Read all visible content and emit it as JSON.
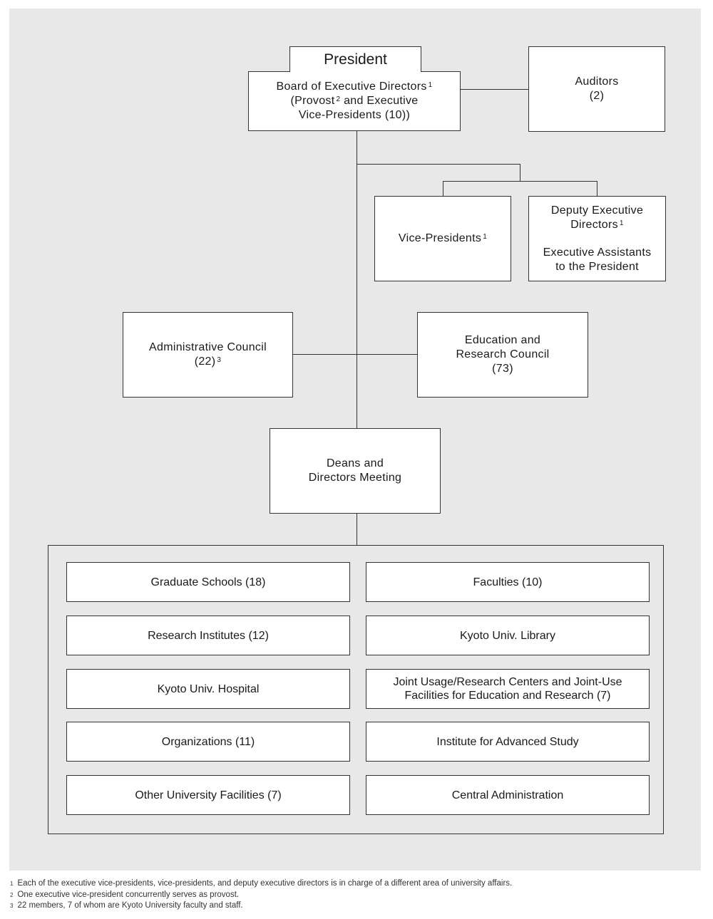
{
  "president": {
    "title": "President",
    "board_line1": "Board of Executive Directors",
    "board_line1_note": "1",
    "board_line2a": "(Provost",
    "board_line2_note": "2",
    "board_line2b": "and Executive",
    "board_line3": "Vice-Presidents (10))"
  },
  "auditors": {
    "line1": "Auditors",
    "line2": "(2)"
  },
  "vice_presidents": {
    "label": "Vice-Presidents",
    "note": "1"
  },
  "deputy": {
    "line1": "Deputy Executive",
    "line2": "Directors",
    "line2_note": "1",
    "line3": "Executive Assistants",
    "line4": "to the President"
  },
  "admin_council": {
    "line1": "Administrative Council",
    "line2": "(22)",
    "line2_note": "3"
  },
  "edu_council": {
    "line1": "Education and",
    "line2": "Research Council",
    "line3": "(73)"
  },
  "deans": {
    "line1": "Deans and",
    "line2": "Directors Meeting"
  },
  "units": {
    "graduate_schools": "Graduate Schools (18)",
    "faculties": "Faculties (10)",
    "research_institutes": "Research Institutes (12)",
    "library": "Kyoto Univ. Library",
    "hospital": "Kyoto Univ. Hospital",
    "joint_line1": "Joint Usage/Research Centers and Joint-Use",
    "joint_line2": "Facilities for Education and Research (7)",
    "organizations": "Organizations (11)",
    "institute": "Institute for Advanced Study",
    "other_facilities": "Other University Facilities (7)",
    "central_admin": "Central Administration"
  },
  "footnotes": [
    {
      "mark": "1",
      "text": "Each of the executive vice-presidents, vice-presidents, and deputy executive directors is in charge of a different area of university affairs."
    },
    {
      "mark": "2",
      "text": "One executive vice-president concurrently serves as provost."
    },
    {
      "mark": "3",
      "text": "22 members, 7 of whom are Kyoto University faculty and staff."
    }
  ]
}
